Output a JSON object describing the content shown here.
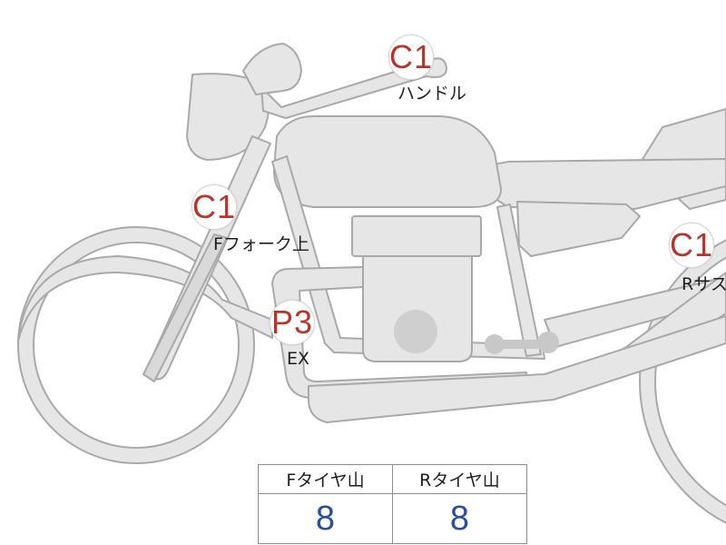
{
  "markers": [
    {
      "code": "C1",
      "label": "ハンドル"
    },
    {
      "code": "C1",
      "label": "Fフォーク上"
    },
    {
      "code": "P3",
      "label": "EX"
    },
    {
      "code": "C1",
      "label": "Rサス"
    }
  ],
  "table": {
    "headers": [
      "Fタイヤ山",
      "Rタイヤ山"
    ],
    "values": [
      "8",
      "8"
    ]
  },
  "colors": {
    "bike_fill": "#e6e6e6",
    "bike_stroke": "#a9a9a9",
    "code_text": "#b8352c",
    "value_text": "#2a4f9a"
  }
}
